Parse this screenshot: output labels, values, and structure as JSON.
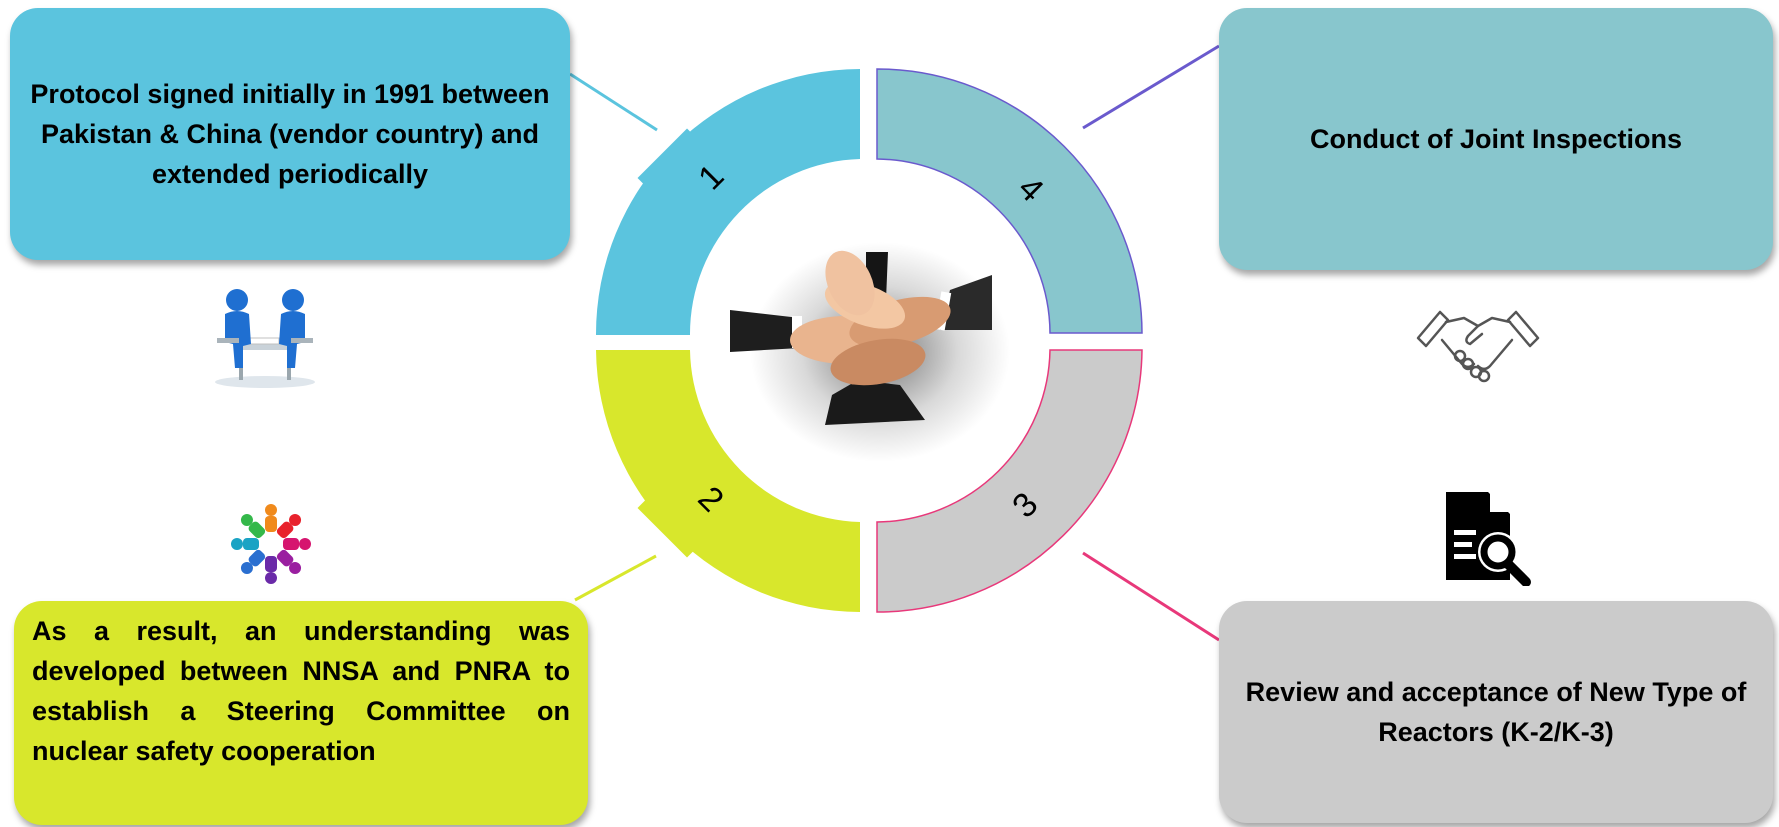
{
  "boxes": {
    "item1": {
      "text": "Protocol signed initially in 1991 between Pakistan & China (vendor country) and extended periodically",
      "color": "#5bc4de"
    },
    "item2": {
      "text": "As a result, an understanding was developed between NNSA and PNRA to establish a Steering Committee on nuclear safety cooperation",
      "color": "#d8e72c"
    },
    "item3": {
      "text": "Review and acceptance of New Type of Reactors (K-2/K-3)",
      "color": "#cbcbcb"
    },
    "item4": {
      "text": "Conduct of Joint Inspections",
      "color": "#88c6cd"
    }
  },
  "wheel": {
    "segments": [
      {
        "number": "1",
        "color": "#5bc4de"
      },
      {
        "number": "2",
        "color": "#d8e72c"
      },
      {
        "number": "3",
        "color": "#cbcbcb"
      },
      {
        "number": "4",
        "color": "#88c6cd"
      }
    ],
    "center_image": "stacked-hands"
  },
  "icons": {
    "item1": "meeting-people-icon",
    "item2": "team-circle-icon",
    "item3": "document-search-icon",
    "item4": "handshake-icon"
  }
}
